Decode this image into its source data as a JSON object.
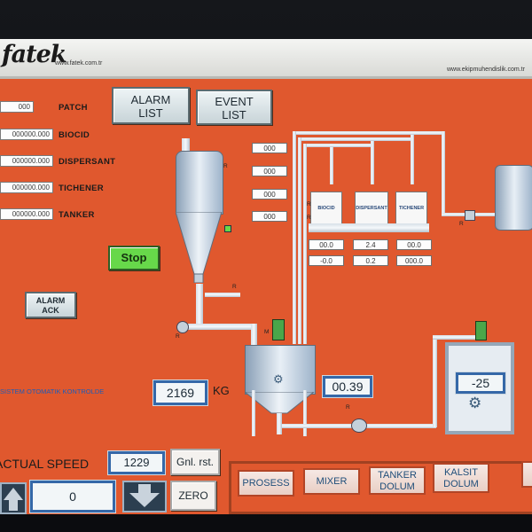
{
  "header": {
    "logo": "fatek",
    "website_left": "www.fatek.com.tr",
    "website_right": "www.ekipmuhendislik.com.tr"
  },
  "inputs": {
    "patch": {
      "label": "PATCH",
      "value": "000"
    },
    "biocid": {
      "label": "BIOCID",
      "value": "000000.000"
    },
    "dispersant": {
      "label": "DISPERSANT",
      "value": "000000.000"
    },
    "tichener": {
      "label": "TICHENER",
      "value": "000000.000"
    },
    "tanker": {
      "label": "TANKER",
      "value": "000000.000"
    }
  },
  "buttons": {
    "alarm_list": "ALARM\nLIST",
    "event_list": "EVENT\nLIST",
    "stop": "Stop",
    "alarm_ack": "ALARM\nACK",
    "gnl_rst": "Gnl. rst.",
    "zero": "ZERO",
    "prosess": "PROSESS",
    "mixer": "MIXER",
    "tanker_dolum": "TANKER\nDOLUM",
    "kalsit_dolum": "KALSIT\nDOLUM"
  },
  "silo_values": [
    "000",
    "000",
    "000",
    "000"
  ],
  "dosing": {
    "tanks": [
      "BIOCID",
      "DISPERSANT",
      "TICHENER"
    ],
    "row1": [
      "00.0",
      "2.4",
      "00.0"
    ],
    "row2": [
      "-0.0",
      "0.2",
      "000.0"
    ]
  },
  "system_text": "SISTEM OTOMATIK KONTROLDE",
  "weight": {
    "value": "2169",
    "unit": "KG"
  },
  "mixer_value": "00.39",
  "kalsit_value": "-25",
  "speed": {
    "label": "ACTUAL SPEED",
    "value": "1229",
    "setpoint": "0"
  },
  "marks": {
    "r": "R",
    "m": "M"
  },
  "colors": {
    "background": "#e0582e",
    "stop": "#67d84a",
    "box_border": "#3568a8"
  }
}
